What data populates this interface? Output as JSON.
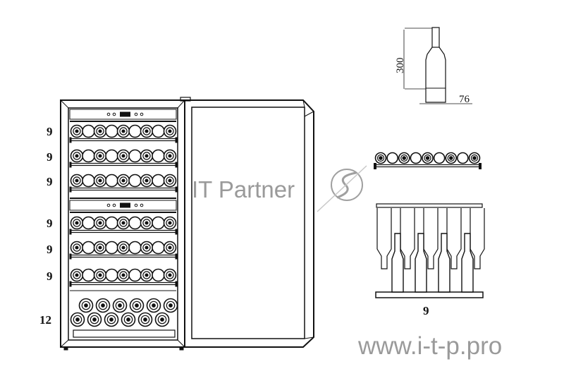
{
  "cabinet": {
    "shelf_counts": [
      "9",
      "9",
      "9",
      "9",
      "9",
      "9",
      "12"
    ]
  },
  "bottle_dimensions": {
    "height": "300",
    "diameter": "76"
  },
  "rack_detail": {
    "count": "9"
  },
  "watermark": {
    "brand": "IT Partner",
    "url": "www.i-t-p.pro"
  },
  "colors": {
    "line": "#111111",
    "watermark": "#9a9a9a"
  }
}
